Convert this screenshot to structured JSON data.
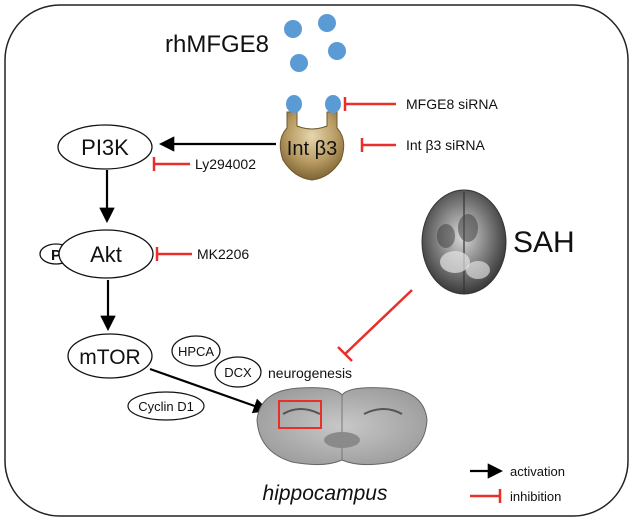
{
  "labels": {
    "ligand": "rhMFGE8",
    "receptor": "Int  β3",
    "mfge8_sirna": "MFGE8  siRNA",
    "int_sirna": "Int  β3 siRNA",
    "pi3k": "PI3K",
    "ly294002": "Ly294002",
    "phospho": "P",
    "akt": "Akt",
    "mk2206": "MK2206",
    "mtor": "mTOR",
    "hpca": "HPCA",
    "dcx": "DCX",
    "cyclin_d1": "Cyclin D1",
    "neurogenesis": "neurogenesis",
    "sah": "SAH",
    "hippocampus": "hippocampus"
  },
  "legend": {
    "activation": "activation",
    "inhibition": "inhibition"
  },
  "colors": {
    "ligand_dot": "#5b9bd5",
    "inhibit": "#e8302a",
    "receptor": "#b09660",
    "arrow": "#000000"
  }
}
